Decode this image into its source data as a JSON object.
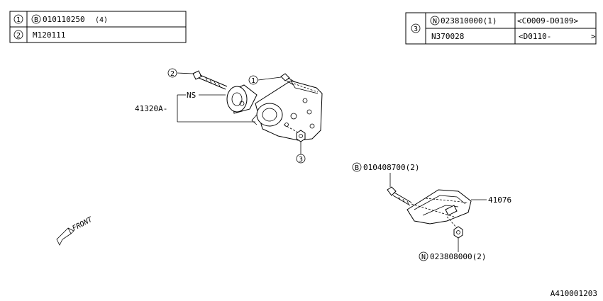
{
  "legend_left": {
    "rows": [
      {
        "ref": "1",
        "prefix": "B",
        "part": "010110250",
        "qty": "(4)"
      },
      {
        "ref": "2",
        "prefix": "",
        "part": "M120111",
        "qty": ""
      }
    ]
  },
  "legend_right": {
    "ref": "3",
    "rows": [
      {
        "prefix": "N",
        "part": "023810000(1)",
        "range": "<C0009-D0109>"
      },
      {
        "prefix": "",
        "part": "N370028",
        "range": "<D0110-"
      }
    ],
    "range_close": ">"
  },
  "callouts": {
    "c1": "1",
    "c2": "2",
    "c3": "3",
    "ns": "NS",
    "mount_part": "41320A-",
    "bracket_part": "41076",
    "bolt_prefix": "B",
    "bolt_part": "010408700(2)",
    "nut_prefix": "N",
    "nut_part": "023808000(2)"
  },
  "front_label": "FRONT",
  "diagram_id": "A410001203"
}
